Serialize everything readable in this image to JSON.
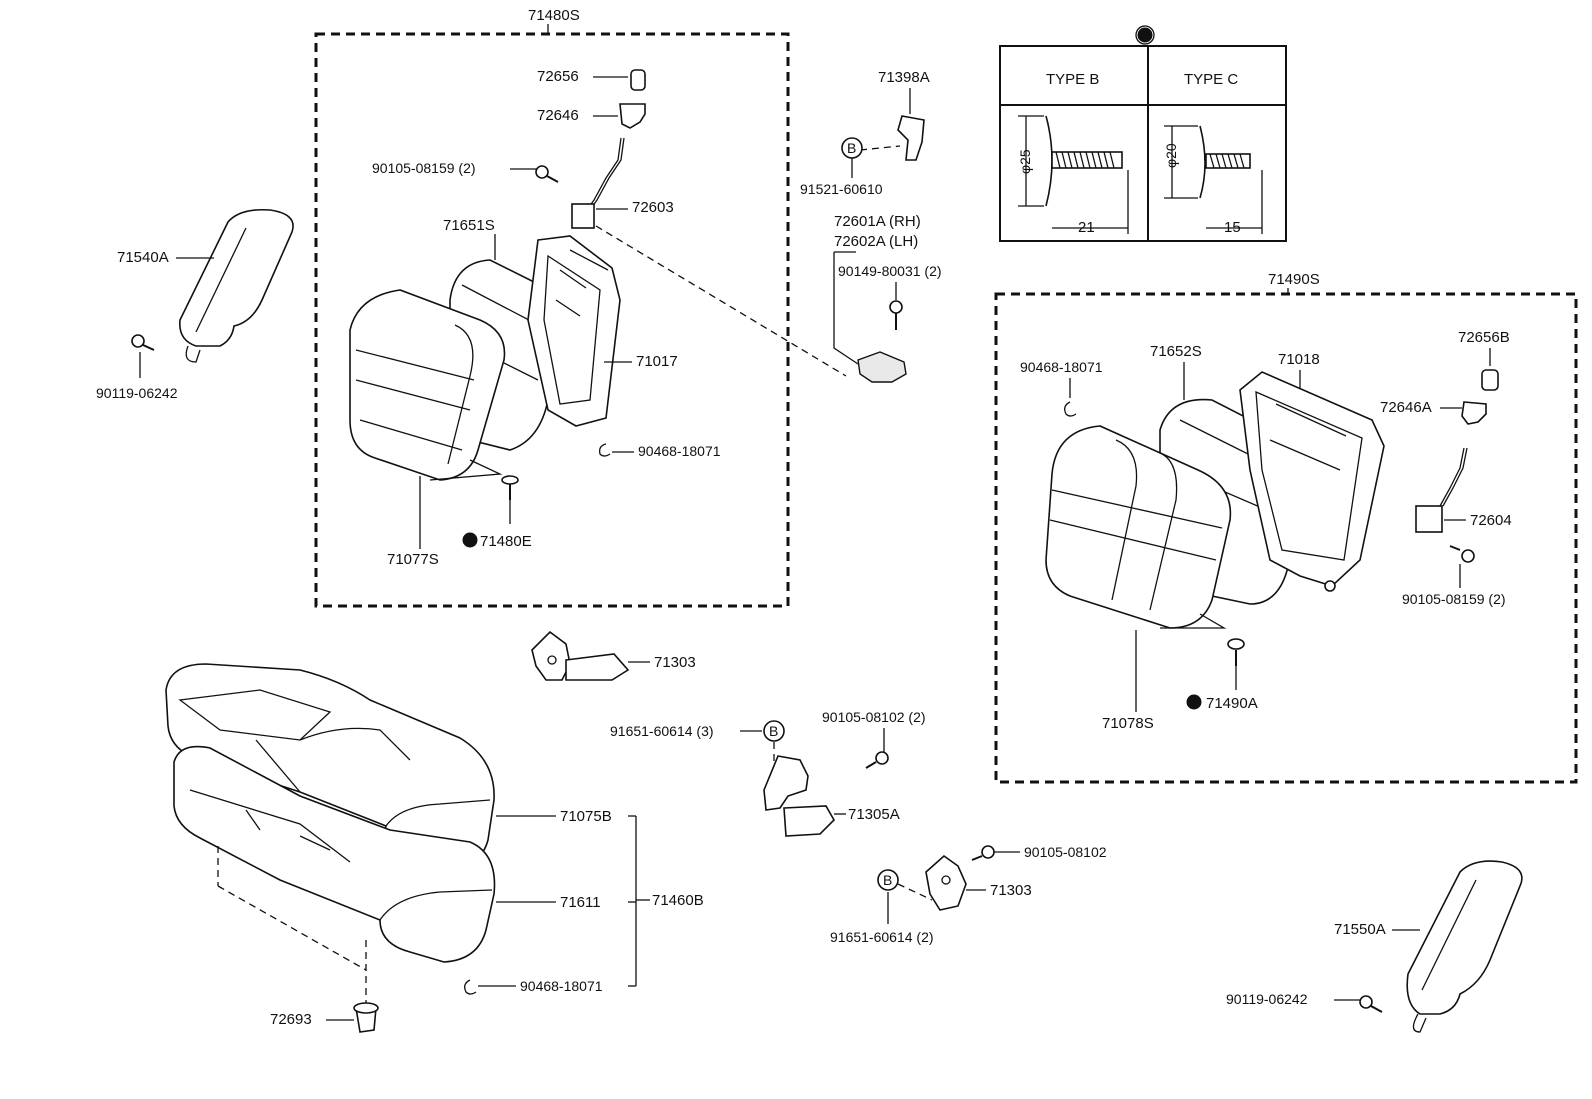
{
  "labels": {
    "g_71480S": "71480S",
    "g_71490S": "71490S",
    "p72656": "72656",
    "p72646": "72646",
    "p90105_08159_l": "90105-08159 (2)",
    "p72603": "72603",
    "p71651S": "71651S",
    "p71017": "71017",
    "p90468_18071_l": "90468-18071",
    "p71077S": "71077S",
    "p71480E": "71480E",
    "p71540A": "71540A",
    "p90119_06242_l": "90119-06242",
    "p71398A": "71398A",
    "p91521_60610": "91521-60610",
    "p72601A": "72601A (RH)",
    "p72602A": "72602A (LH)",
    "p90149_80031": "90149-80031 (2)",
    "type_b": "TYPE B",
    "type_c": "TYPE C",
    "phi25": "φ25",
    "dim21": "21",
    "phi20": "φ20",
    "dim15": "15",
    "p90468_18071_r": "90468-18071",
    "p71652S": "71652S",
    "p71018": "71018",
    "p72656B": "72656B",
    "p72646A": "72646A",
    "p72604": "72604",
    "p90105_08159_r": "90105-08159 (2)",
    "p71078S": "71078S",
    "p71490A": "71490A",
    "p71303_top": "71303",
    "p91651_60614_3": "91651-60614 (3)",
    "p90105_08102_2": "90105-08102 (2)",
    "p71305A": "71305A",
    "p90105_08102": "90105-08102",
    "p71303_bot": "71303",
    "p91651_60614_2": "91651-60614 (2)",
    "p71075B": "71075B",
    "p71611": "71611",
    "p71460B": "71460B",
    "p90468_18071_b": "90468-18071",
    "p72693": "72693",
    "p71550A": "71550A",
    "p90119_06242_r": "90119-06242",
    "b_mark": "B"
  }
}
